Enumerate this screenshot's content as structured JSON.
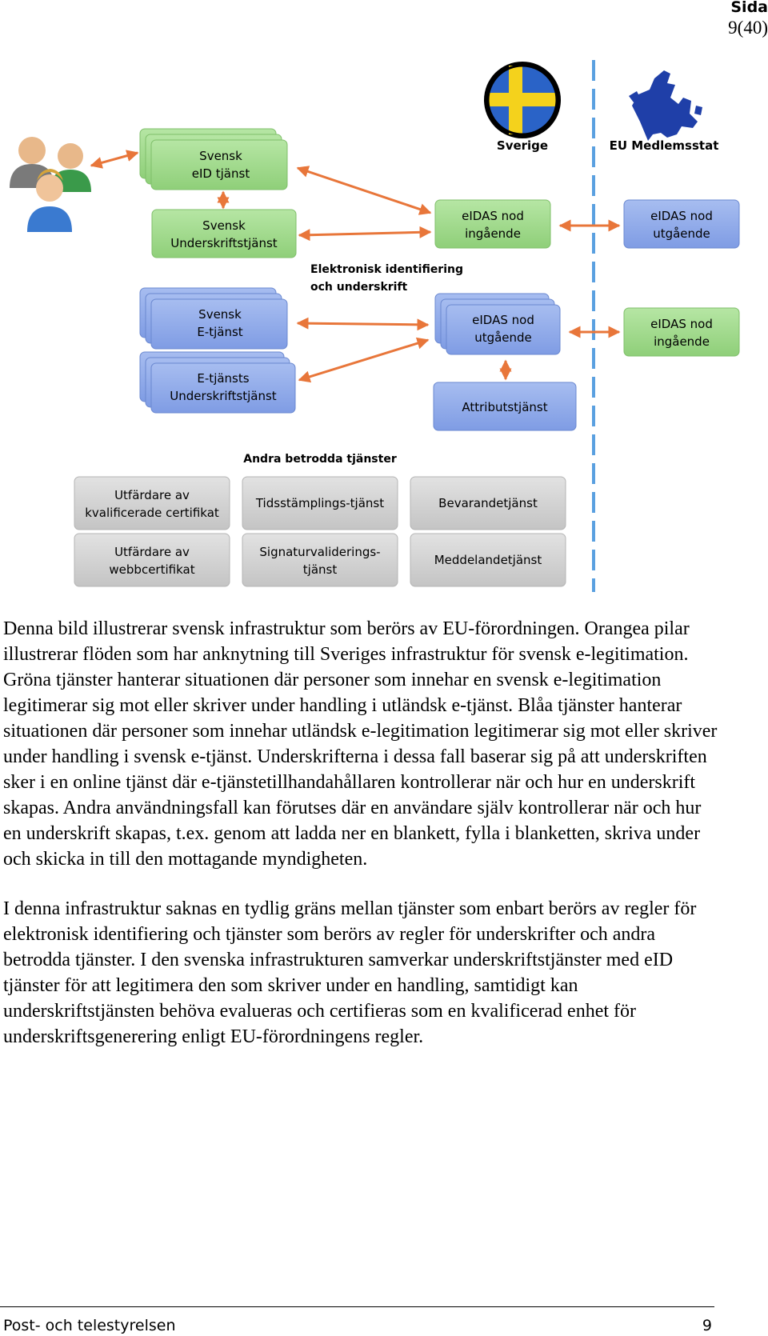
{
  "header": {
    "label": "Sida",
    "page": "9(40)"
  },
  "diagram": {
    "flags": {
      "sweden": "Sverige",
      "eu": "EU Medlemsstat"
    },
    "boxes": {
      "svensk_eid": [
        "Svensk",
        "eID tjänst"
      ],
      "svensk_underskrift": [
        "Svensk",
        "Underskriftstjänst"
      ],
      "svensk_etjanst": [
        "Svensk",
        "E-tjänst"
      ],
      "etjansts_underskrift": [
        "E-tjänsts",
        "Underskriftstjänst"
      ],
      "eidas_ingaende_se": [
        "eIDAS nod",
        "ingående"
      ],
      "eidas_utgaende_se": [
        "eIDAS nod",
        "utgående"
      ],
      "attributtjanst": [
        "Attributstjänst"
      ],
      "eidas_utgaende_eu": [
        "eIDAS nod",
        "utgående"
      ],
      "eidas_ingaende_eu": [
        "eIDAS nod",
        "ingående"
      ]
    },
    "center_label": [
      "Elektronisk identifiering",
      "och underskrift"
    ],
    "trusted_title": "Andra betrodda tjänster",
    "trusted": {
      "t1": [
        "Utfärdare av",
        "kvalificerade certifikat"
      ],
      "t2": [
        "Tidsstämplings-tjänst"
      ],
      "t3": [
        "Bevarandetjänst"
      ],
      "t4": [
        "Utfärdare av",
        "webbcertifikat"
      ],
      "t5": [
        "Signaturvaliderings-",
        "tjänst"
      ],
      "t6": [
        "Meddelandetjänst"
      ]
    },
    "colors": {
      "green": "#9ed98a",
      "blue": "#8da8e8",
      "gray": "#d4d4d4",
      "orange": "#e8763a",
      "divider": "#5aa0e0"
    }
  },
  "body": {
    "p1": "Denna bild illustrerar svensk infrastruktur som berörs av EU-förordningen. Orangea pilar illustrerar flöden som har anknytning till Sveriges infrastruktur för svensk e-legitimation. Gröna tjänster hanterar situationen där personer som innehar en svensk e-legitimation legitimerar sig mot eller skriver under handling i utländsk e-tjänst. Blåa tjänster hanterar situationen där personer som innehar utländsk e-legitimation legitimerar sig mot eller skriver under handling i svensk e-tjänst. Underskrifterna i dessa fall baserar sig på att underskriften sker i en online tjänst där e-tjänstetillhandahållaren kontrollerar när och hur en underskrift skapas. Andra användningsfall kan förutses där en användare själv kontrollerar när och hur en underskrift skapas, t.ex. genom att ladda ner en blankett, fylla i blanketten, skriva under och skicka in till den mottagande myndigheten.",
    "p2": "I denna infrastruktur saknas en tydlig gräns mellan tjänster som enbart berörs av regler för elektronisk identifiering och tjänster som berörs av regler för underskrifter och andra betrodda tjänster. I den svenska infrastrukturen samverkar underskriftstjänster med eID tjänster för att legitimera den som skriver under en handling, samtidigt kan underskriftstjänsten behöva evalueras och certifieras som en kvalificerad enhet för underskriftsgenerering enligt EU-förordningens regler."
  },
  "footer": {
    "org": "Post- och telestyrelsen",
    "page": "9"
  }
}
